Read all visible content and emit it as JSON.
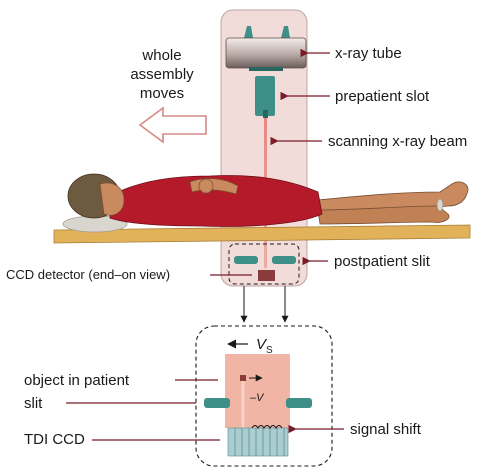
{
  "labels": {
    "movement": [
      "whole",
      "assembly",
      "moves"
    ],
    "xray_tube": "x-ray tube",
    "prepatient_slot": "prepatient slot",
    "scanning_beam": "scanning x-ray beam",
    "postpatient_slit": "postpatient slit",
    "ccd_detector": "CCD detector (end–on view)",
    "scan_velocity": "V",
    "scan_velocity_sub": "S",
    "object_in_patient": "object in patient",
    "object_velocity": "–V",
    "slit": "slit",
    "signal_shift": "signal shift",
    "tdi_ccd": "TDI CCD"
  },
  "colors": {
    "assembly_panel": "#f2dcd9",
    "assembly_stroke": "#bfa5a2",
    "device": "#3e8f88",
    "device_dark": "#2a6660",
    "beam": "#e8837a",
    "ccd_box": "#8b3b3b",
    "table": "#e2b25a",
    "shirt": "#b51a2a",
    "skin": "#c88a5e",
    "hair": "#6e5a3e",
    "label_arrow": "#7a1c28",
    "detail_object_panel": "#f0b5a5",
    "tdi_ccd": "#a9cdd0"
  }
}
